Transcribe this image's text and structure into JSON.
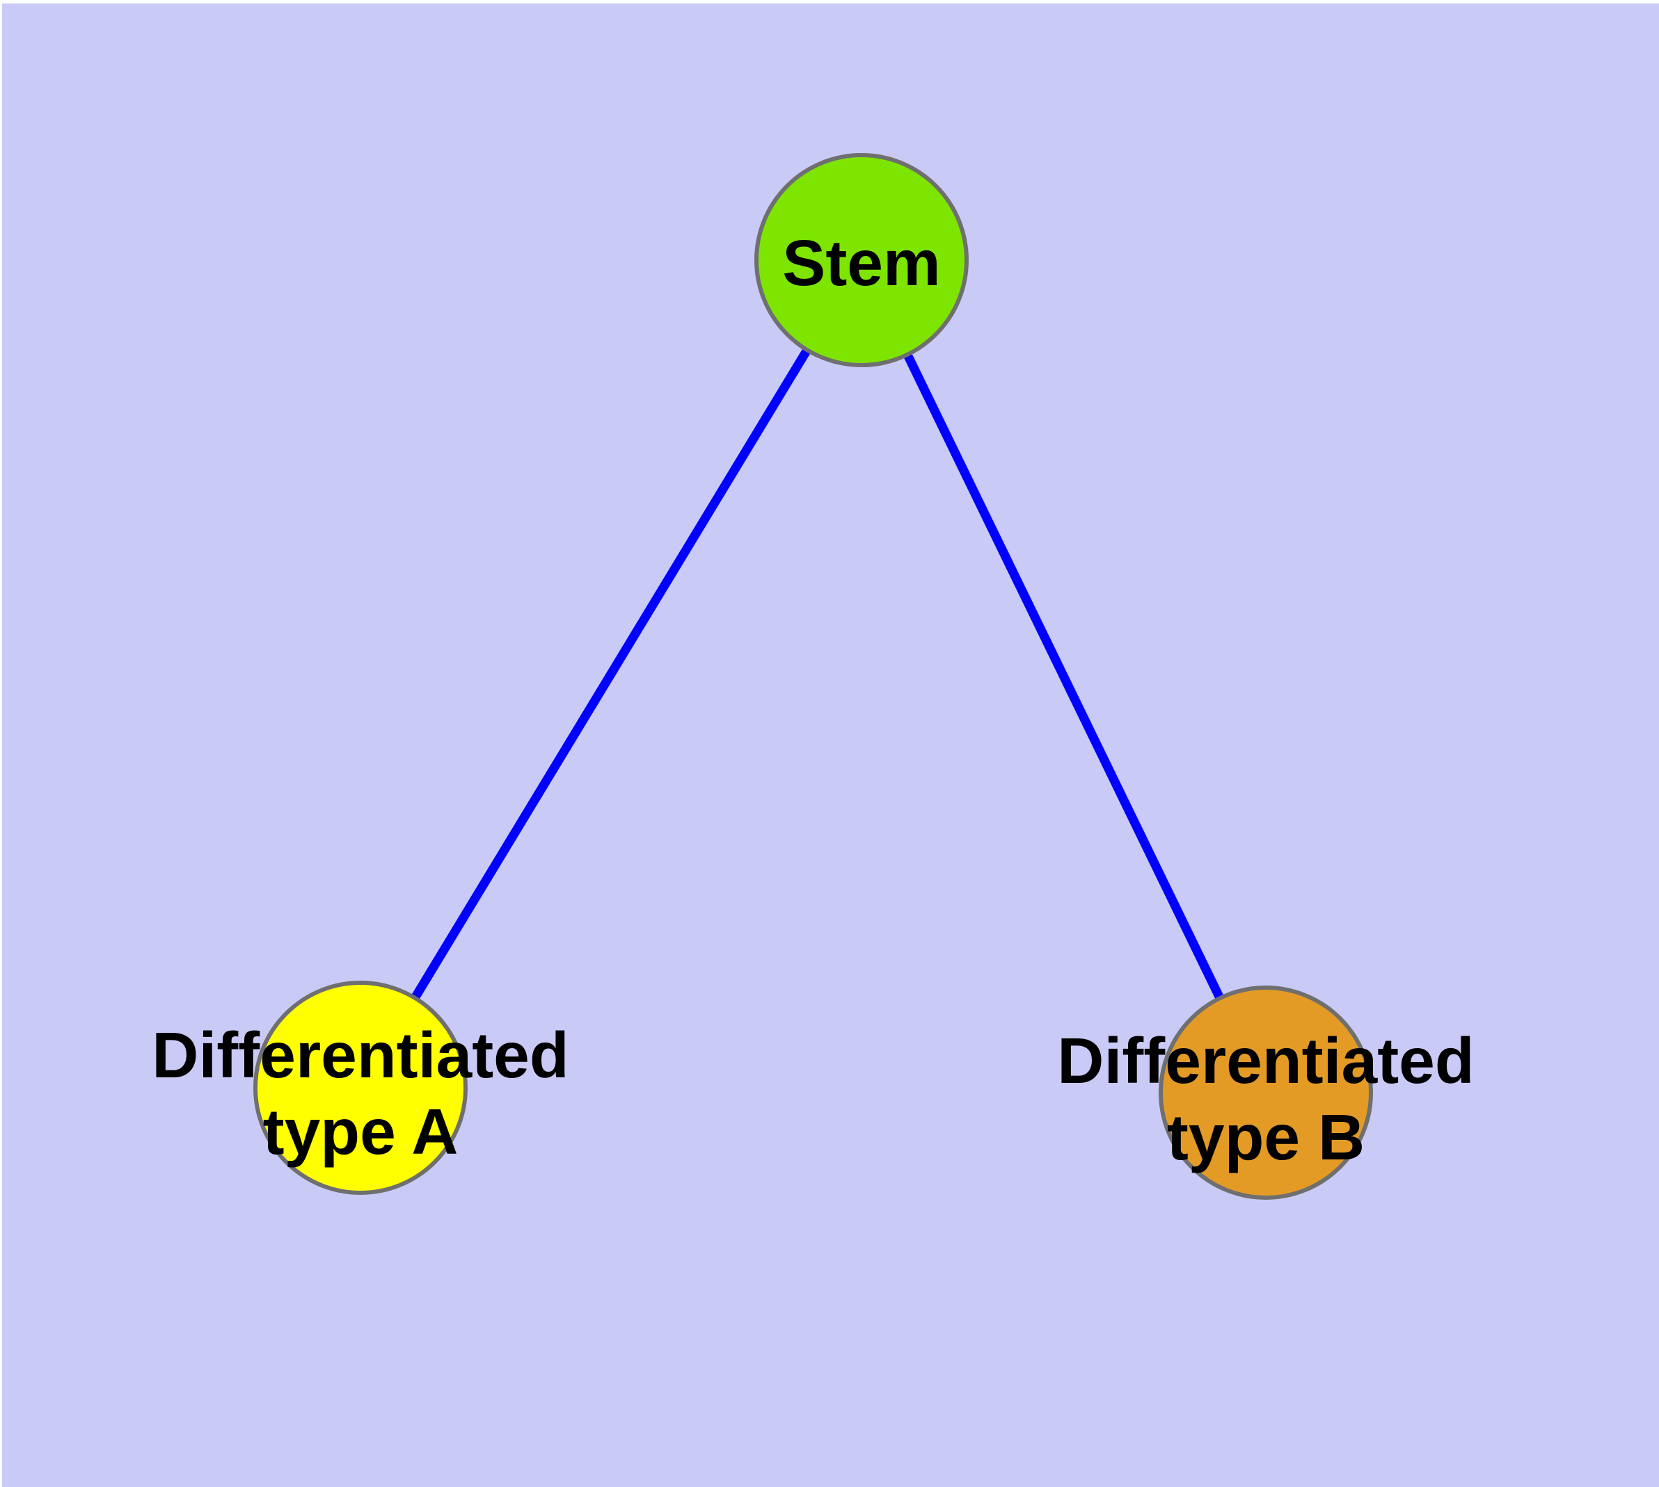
{
  "diagram": {
    "type": "graph",
    "background_color": "#cacaf7",
    "page_margin_color": "#ffffff",
    "edge_color": "#0000ff",
    "node_border_color": "#6f6f6f",
    "text_color": "#000000",
    "nodes": [
      {
        "id": "stem",
        "label": "Stem",
        "fill": "#7de500"
      },
      {
        "id": "differentiated-type-a",
        "label_line1": "Differentiated",
        "label_line2": "type A",
        "fill": "#ffff00"
      },
      {
        "id": "differentiated-type-b",
        "label_line1": "Differentiated",
        "label_line2": "type B",
        "fill": "#e49b26"
      }
    ],
    "edges": [
      {
        "from": "Stem",
        "to": "Differentiated type A"
      },
      {
        "from": "Stem",
        "to": "Differentiated type B"
      }
    ]
  }
}
